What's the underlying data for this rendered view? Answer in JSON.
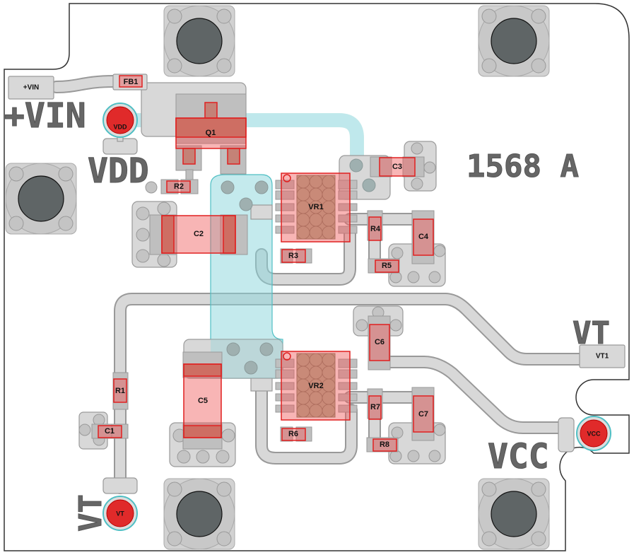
{
  "board": {
    "title_mark": "1568 A",
    "silkscreen_labels": {
      "vin": "+VIN",
      "vdd": "VDD",
      "vt_right": "VT",
      "vcc": "VCC",
      "vt_left": "VT"
    }
  },
  "connectors": {
    "vin_pad": "+VIN",
    "vt1_pad": "VT1"
  },
  "test_points": {
    "vdd": "VDD",
    "vcc": "VCC",
    "vt": "VT"
  },
  "components": {
    "fb1": "FB1",
    "q1": "Q1",
    "r2": "R2",
    "c2": "C2",
    "c3": "C3",
    "vr1": "VR1",
    "r3": "R3",
    "r4": "R4",
    "r5": "R5",
    "c4": "C4",
    "c6": "C6",
    "vr2": "VR2",
    "r6": "R6",
    "r7": "R7",
    "r8": "R8",
    "c7": "C7",
    "c5": "C5",
    "r1": "R1",
    "c1": "C1"
  },
  "colors": {
    "component_outline": "#e02020",
    "zone": "#4fbfc4",
    "copper": "#d8d8d8",
    "testpoint": "#e02a2a",
    "silkscreen": "#666666"
  }
}
